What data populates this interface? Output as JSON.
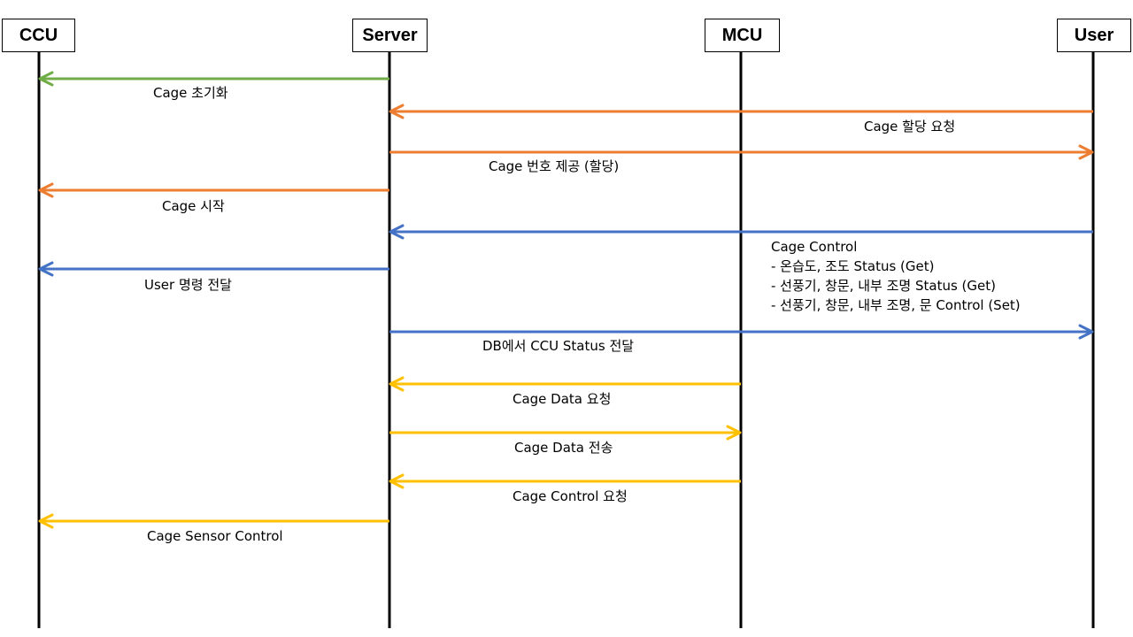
{
  "colors": {
    "lifeline": "#000000",
    "green": "#70AD47",
    "orange": "#ED7D31",
    "blue": "#4472C4",
    "yellow": "#FFC000"
  },
  "actors": [
    {
      "id": "ccu",
      "label": "CCU"
    },
    {
      "id": "server",
      "label": "Server"
    },
    {
      "id": "mcu",
      "label": "MCU"
    },
    {
      "id": "user",
      "label": "User"
    }
  ],
  "messages": [
    {
      "id": "m1",
      "from": "server",
      "to": "ccu",
      "color": "green",
      "label": "Cage 초기화"
    },
    {
      "id": "m2",
      "from": "user",
      "to": "server",
      "color": "orange",
      "label": "Cage 할당 요청"
    },
    {
      "id": "m3",
      "from": "server",
      "to": "user",
      "color": "orange",
      "label": "Cage 번호 제공 (할당)"
    },
    {
      "id": "m4",
      "from": "server",
      "to": "ccu",
      "color": "orange",
      "label": "Cage 시작"
    },
    {
      "id": "m5",
      "from": "user",
      "to": "server",
      "color": "blue",
      "label": "Cage Control",
      "lines": [
        "- 온습도, 조도 Status (Get)",
        "- 선풍기, 창문, 내부 조명 Status (Get)",
        "- 선풍기, 창문, 내부 조명, 문 Control (Set)"
      ]
    },
    {
      "id": "m6",
      "from": "server",
      "to": "ccu",
      "color": "blue",
      "label": "User 명령 전달"
    },
    {
      "id": "m7",
      "from": "server",
      "to": "user",
      "color": "blue",
      "label": "DB에서 CCU Status 전달"
    },
    {
      "id": "m8",
      "from": "mcu",
      "to": "server",
      "color": "yellow",
      "label": "Cage Data 요청"
    },
    {
      "id": "m9",
      "from": "server",
      "to": "mcu",
      "color": "yellow",
      "label": "Cage Data 전송"
    },
    {
      "id": "m10",
      "from": "mcu",
      "to": "server",
      "color": "yellow",
      "label": "Cage Control 요청"
    },
    {
      "id": "m11",
      "from": "server",
      "to": "ccu",
      "color": "yellow",
      "label": "Cage Sensor Control"
    }
  ]
}
